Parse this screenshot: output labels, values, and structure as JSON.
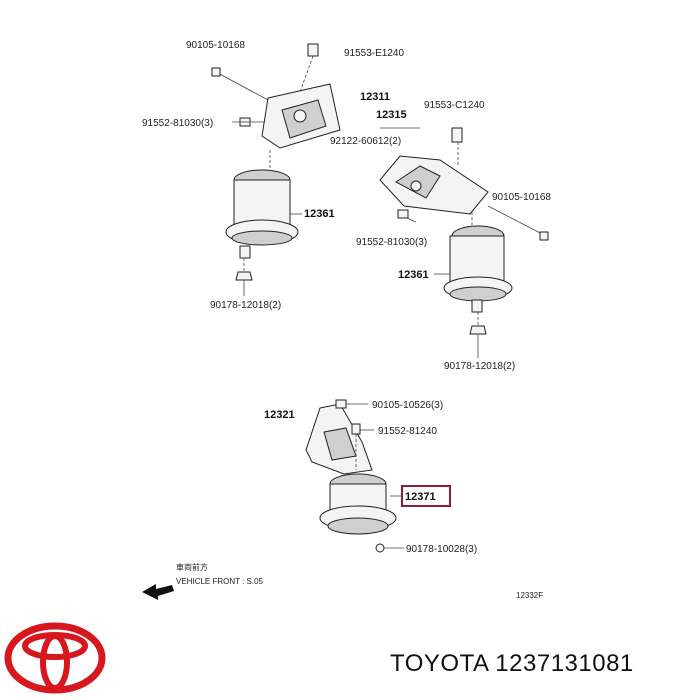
{
  "labels": {
    "bolt_top": "90105-10168",
    "bolt_top_r": "91553-E1240",
    "bolt_side_l": "91552-81030(3)",
    "bracket_r_group": "12311",
    "bracket_r": "12315",
    "bolt_r_small": "91553-C1240",
    "bolt_r_pair": "92122-60612(2)",
    "bolt_r_long": "90105-10168",
    "mount_l": "12361",
    "bolt_r_side": "91552-81030(3)",
    "mount_r": "12361",
    "nut_l": "90178-12018(2)",
    "nut_r": "90178-12018(2)",
    "bracket_rear": "12321",
    "bolt_rear_1": "90105-10526(3)",
    "bolt_rear_2": "91552-81240",
    "mount_rear": "12371",
    "nut_rear": "90178-10028(3)",
    "vehicle_front": "VEHICLE FRONT : S.05",
    "front_jp": "車両前方",
    "code": "12332F"
  },
  "highlight_color": "#8b1c3a",
  "brand": {
    "text": "TOYOTA 1237131081",
    "logo_color": "#d7161e",
    "logo_icon": "toyota-logo-icon"
  }
}
